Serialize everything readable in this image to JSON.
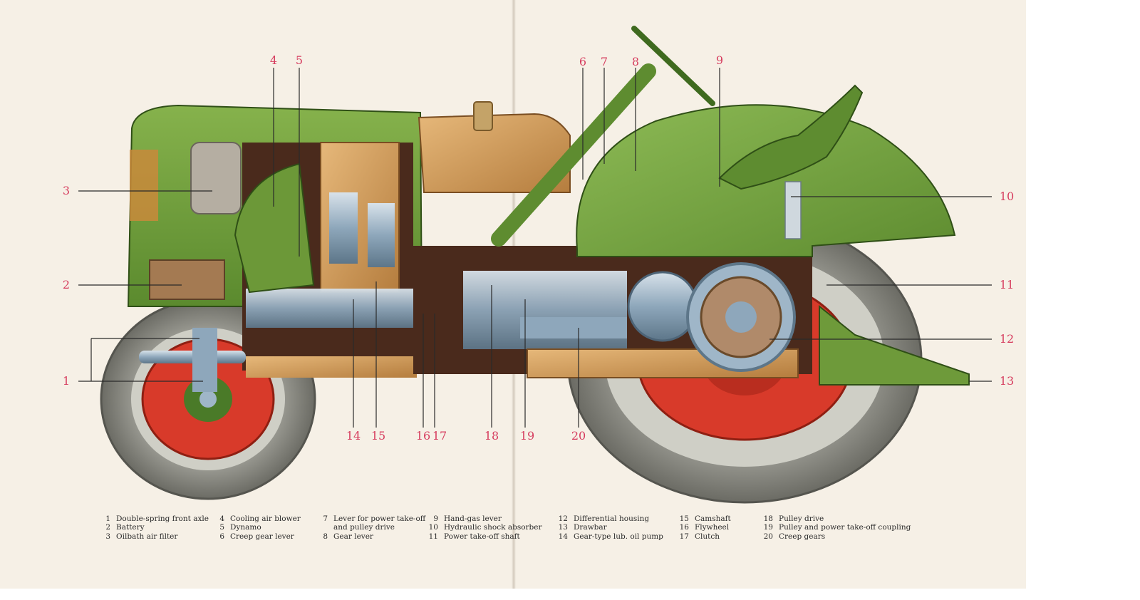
{
  "callouts": {
    "c1": "1",
    "c2": "2",
    "c3": "3",
    "c4": "4",
    "c5": "5",
    "c6": "6",
    "c7": "7",
    "c8": "8",
    "c9": "9",
    "c10": "10",
    "c11": "11",
    "c12": "12",
    "c13": "13",
    "c14": "14",
    "c15": "15",
    "c16": "16",
    "c17": "17",
    "c18": "18",
    "c19": "19",
    "c20": "20"
  },
  "legend": [
    {
      "num": "1",
      "lines": [
        "Double-spring front axle"
      ]
    },
    {
      "num": "2",
      "lines": [
        "Battery"
      ]
    },
    {
      "num": "3",
      "lines": [
        "Oilbath air filter"
      ]
    },
    {
      "num": "4",
      "lines": [
        "Cooling air blower"
      ]
    },
    {
      "num": "5",
      "lines": [
        "Dynamo"
      ]
    },
    {
      "num": "6",
      "lines": [
        "Creep gear lever"
      ]
    },
    {
      "num": "7",
      "lines": [
        "Lever for power take-off",
        "and pulley drive"
      ]
    },
    {
      "num": "8",
      "lines": [
        "Gear lever"
      ]
    },
    {
      "num": "9",
      "lines": [
        "Hand-gas lever"
      ]
    },
    {
      "num": "10",
      "lines": [
        "Hydraulic shock absorber"
      ]
    },
    {
      "num": "11",
      "lines": [
        "Power take-off shaft"
      ]
    },
    {
      "num": "12",
      "lines": [
        "Differential housing"
      ]
    },
    {
      "num": "13",
      "lines": [
        "Drawbar"
      ]
    },
    {
      "num": "14",
      "lines": [
        "Gear-type lub. oil pump"
      ]
    },
    {
      "num": "15",
      "lines": [
        "Camshaft"
      ]
    },
    {
      "num": "16",
      "lines": [
        "Flywheel"
      ]
    },
    {
      "num": "17",
      "lines": [
        "Clutch"
      ]
    },
    {
      "num": "18",
      "lines": [
        "Pulley drive"
      ]
    },
    {
      "num": "19",
      "lines": [
        "Pulley and power take-off coupling"
      ]
    },
    {
      "num": "20",
      "lines": [
        "Creep gears"
      ]
    }
  ],
  "colors": {
    "paper": "#f6f0e6",
    "body_green": "#6e9a3a",
    "dark_green": "#3f6a1f",
    "wheel_red": "#d83a2a",
    "tire_gray": "#8c8c84",
    "housing_brown": "#4a2a1c",
    "metal_blue": "#9fb6c8",
    "callout_pink": "#d63c5e"
  }
}
